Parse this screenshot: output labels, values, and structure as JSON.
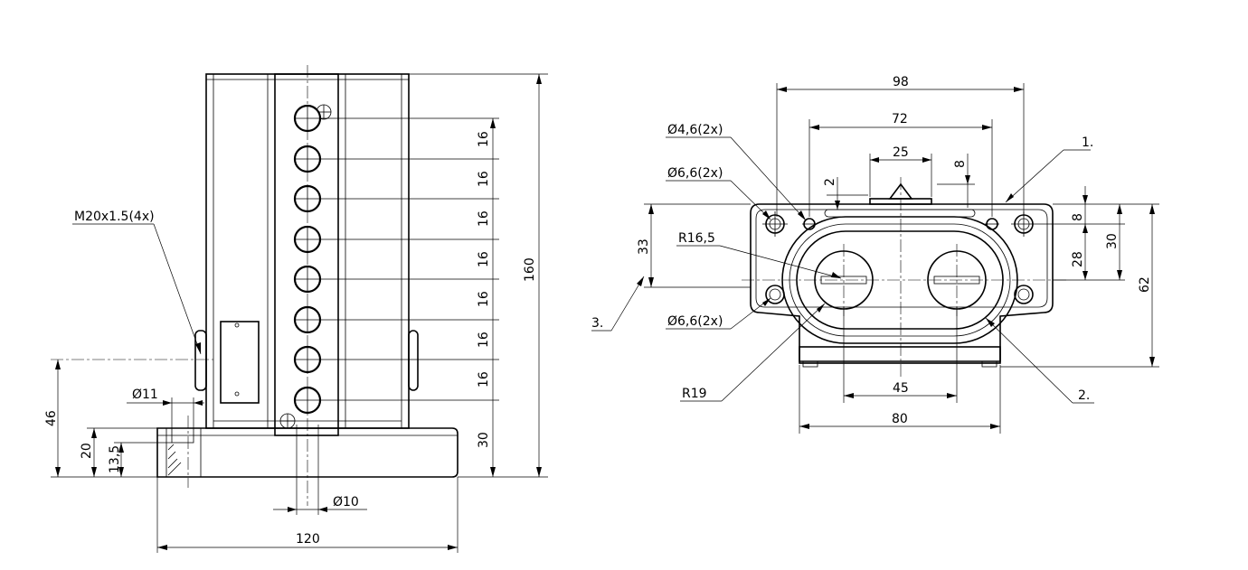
{
  "side_view": {
    "thread_callout": "M20x1.5(4x)",
    "spacing_dims": [
      "16",
      "16",
      "16",
      "16",
      "16",
      "16",
      "16"
    ],
    "bottom_spacing": "30",
    "overall_height": "160",
    "height_46": "46",
    "height_20": "20",
    "height_13_5": "13,5",
    "hole_dia_11": "Ø11",
    "hole_dia_10": "Ø10",
    "base_width": "120"
  },
  "top_view": {
    "width_98": "98",
    "width_72": "72",
    "width_25": "25",
    "dim_8_top": "8",
    "dim_2": "2",
    "hole_46": "Ø4,6(2x)",
    "hole_66_upper": "Ø6,6(2x)",
    "hole_66_lower": "Ø6,6(2x)",
    "radius_165": "R16,5",
    "radius_19": "R19",
    "dim_33": "33",
    "dim_8_right": "8",
    "dim_28": "28",
    "dim_30": "30",
    "dim_62": "62",
    "width_45": "45",
    "width_80": "80",
    "callout_1": "1.",
    "callout_2": "2.",
    "callout_3": "3."
  }
}
